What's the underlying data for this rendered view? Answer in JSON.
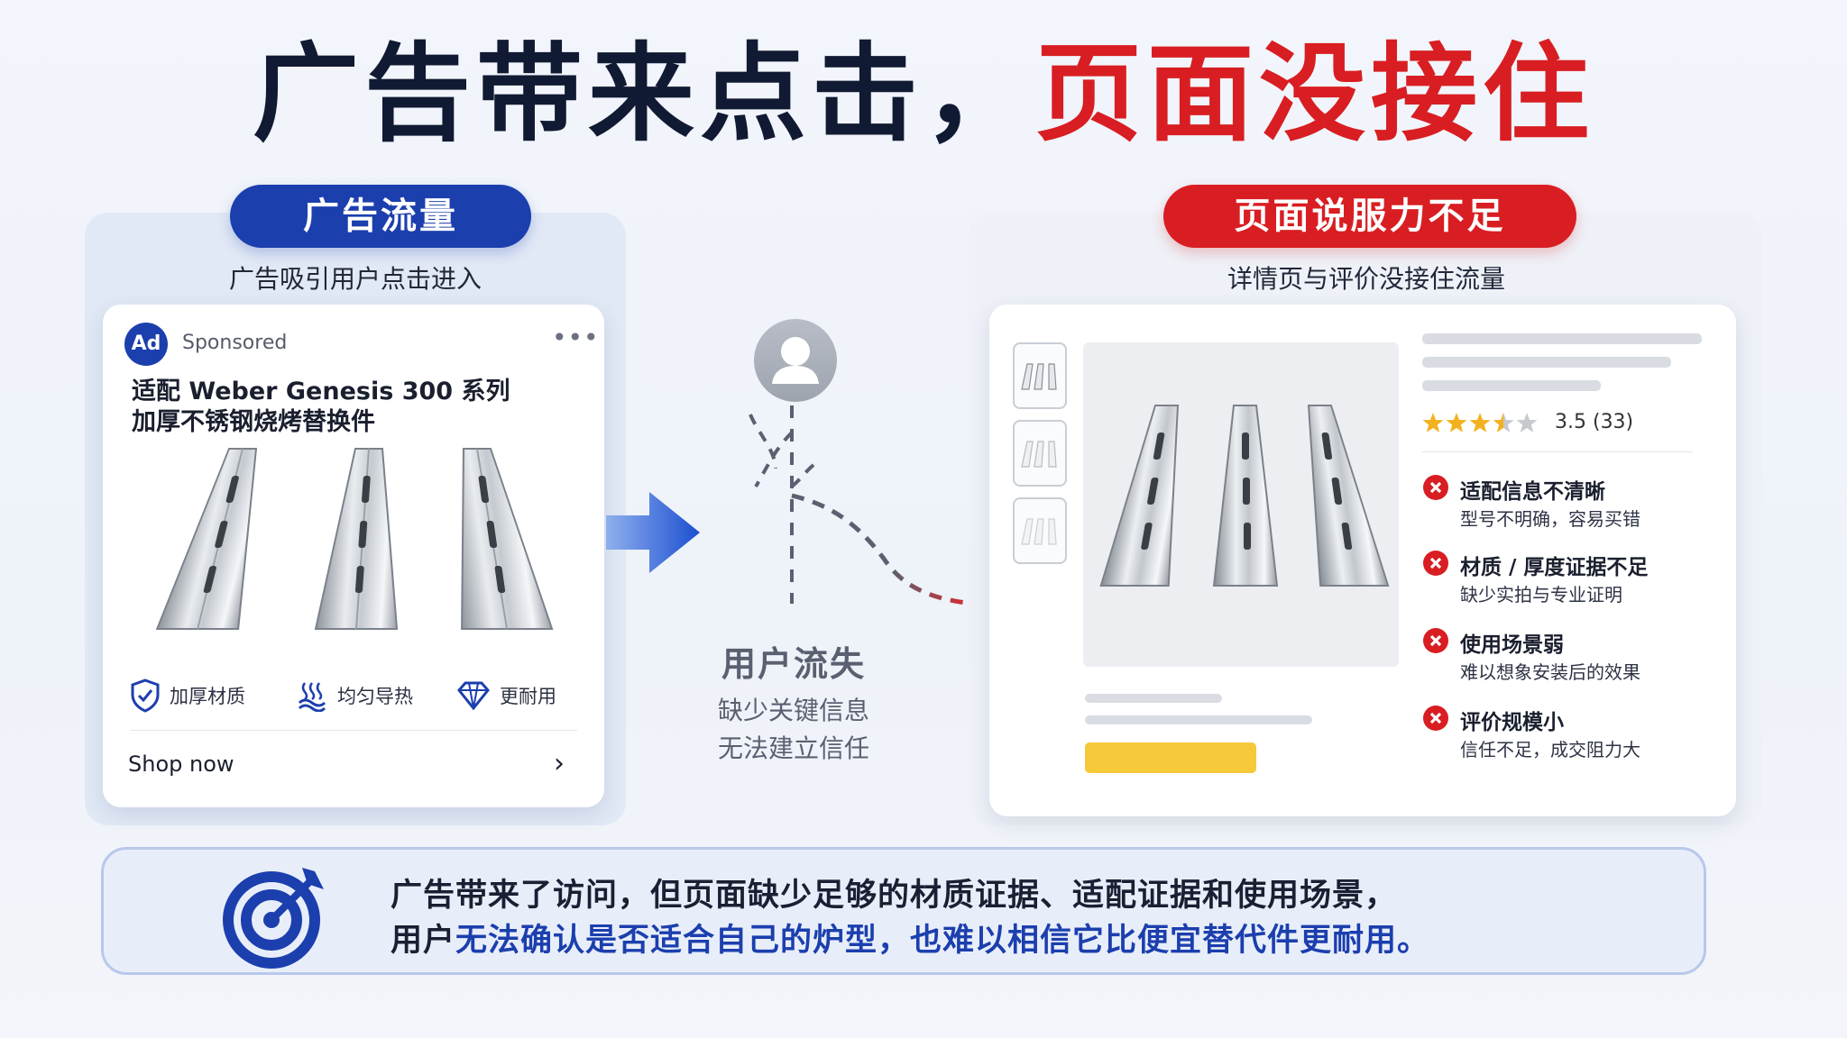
{
  "headline": {
    "part1": "广告带来点击，",
    "part2": "页面没接住"
  },
  "left": {
    "pill": "广告流量",
    "subtitle": "广告吸引用户点击进入",
    "ad": {
      "badge": "Ad",
      "sponsored": "Sponsored",
      "more": "•••",
      "title_line1": "适配 Weber Genesis 300 系列",
      "title_line2": "加厚不锈钢烧烤替换件",
      "features": [
        {
          "icon": "shield-check-icon",
          "label": "加厚材质"
        },
        {
          "icon": "heat-wave-icon",
          "label": "均匀导热"
        },
        {
          "icon": "diamond-icon",
          "label": "更耐用"
        }
      ],
      "cta": "Shop now",
      "cta_chevron": "›"
    }
  },
  "middle": {
    "title": "用户流失",
    "line1": "缺少关键信息",
    "line2": "无法建立信任"
  },
  "right": {
    "pill": "页面说服力不足",
    "subtitle": "详情页与评价没接住流量",
    "rating": {
      "stars": 3.5,
      "text": "3.5 (33)"
    },
    "issues": [
      {
        "title": "适配信息不清晰",
        "desc": "型号不明确，容易买错"
      },
      {
        "title": "材质 / 厚度证据不足",
        "desc": "缺少实拍与专业证明"
      },
      {
        "title": "使用场景弱",
        "desc": "难以想象安装后的效果"
      },
      {
        "title": "评价规模小",
        "desc": "信任不足，成交阻力大"
      }
    ]
  },
  "banner": {
    "line1": "广告带来了访问，但页面缺少足够的材质证据、适配证据和使用场景，",
    "line2_prefix": "用户",
    "line2_highlight": "无法确认是否适合自己的炉型，也难以相信它比便宜替代件更耐用。"
  },
  "colors": {
    "brand_blue": "#1c3fae",
    "alert_red": "#d81e22",
    "cta_yellow": "#f5c93a",
    "star_gold": "#f2b21f"
  }
}
